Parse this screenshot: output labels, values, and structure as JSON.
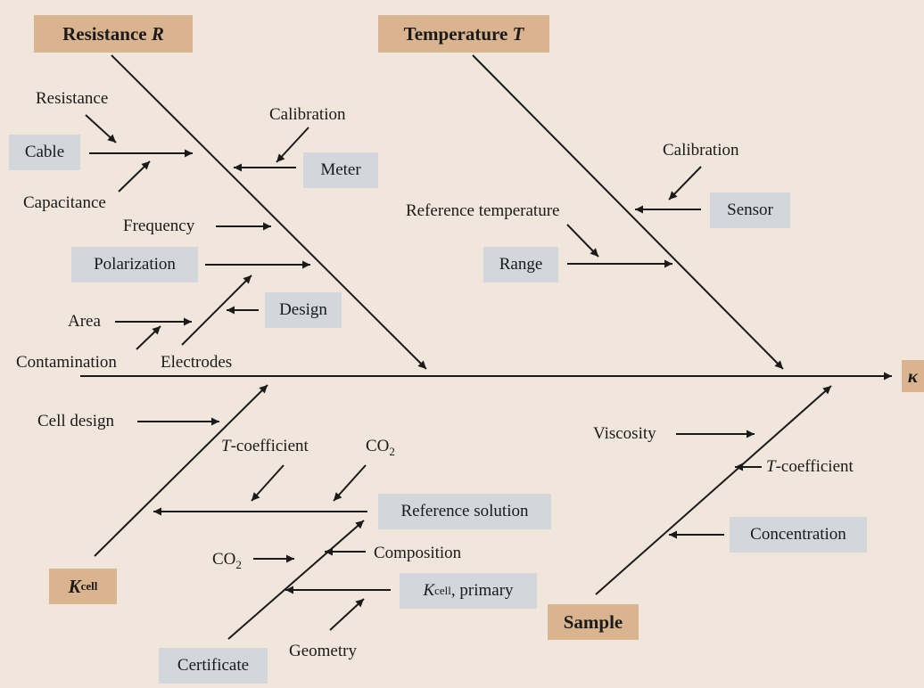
{
  "categories": {
    "resistance": {
      "text": "Resistance ",
      "symbol": "R"
    },
    "temperature": {
      "text": "Temperature ",
      "symbol": "T"
    },
    "kcell": {
      "symbol": "K",
      "sub": "cell"
    },
    "sample": {
      "text": "Sample"
    },
    "kappa": {
      "symbol": "κ"
    }
  },
  "boxes": {
    "cable": "Cable",
    "meter": "Meter",
    "polarization": "Polarization",
    "design": "Design",
    "sensor": "Sensor",
    "range": "Range",
    "reference_solution": "Reference solution",
    "concentration": "Concentration",
    "certificate": "Certificate",
    "kcell_primary": {
      "symbol": "K",
      "sub": "cell",
      "rest": ", primary"
    }
  },
  "labels": {
    "resistance": "Resistance",
    "capacitance": "Capacitance",
    "calibration_meter": "Calibration",
    "frequency": "Frequency",
    "area": "Area",
    "contamination": "Contamination",
    "electrodes": "Electrodes",
    "calibration_sensor": "Calibration",
    "reference_temperature": "Reference temperature",
    "cell_design": "Cell design",
    "t_coefficient_ref": {
      "symbol": "T",
      "rest": "-coefficient"
    },
    "co2_ref": {
      "text": "CO",
      "sub": "2"
    },
    "co2_cert": {
      "text": "CO",
      "sub": "2"
    },
    "composition": "Composition",
    "geometry": "Geometry",
    "viscosity": "Viscosity",
    "t_coefficient_sample": {
      "symbol": "T",
      "rest": "-coefficient"
    }
  }
}
